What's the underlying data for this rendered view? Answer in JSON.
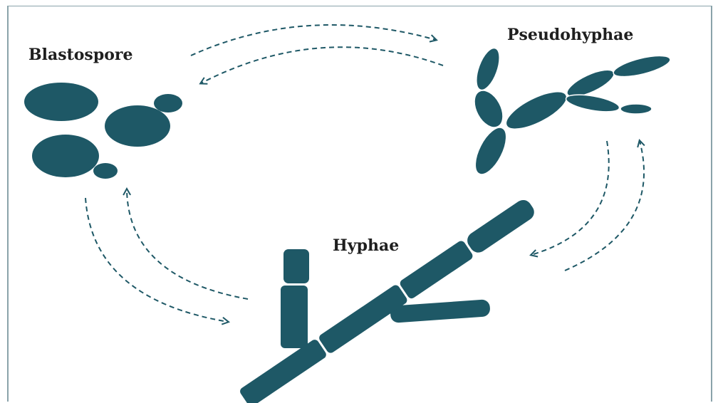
{
  "diagram": {
    "nodes": [
      {
        "id": "blastospore",
        "label": "Blastospore"
      },
      {
        "id": "pseudohyphae",
        "label": "Pseudohyphae"
      },
      {
        "id": "hyphae",
        "label": "Hyphae"
      }
    ],
    "edges": [
      {
        "from": "blastospore",
        "to": "pseudohyphae"
      },
      {
        "from": "pseudohyphae",
        "to": "blastospore"
      },
      {
        "from": "pseudohyphae",
        "to": "hyphae"
      },
      {
        "from": "hyphae",
        "to": "pseudohyphae"
      },
      {
        "from": "blastospore",
        "to": "hyphae"
      },
      {
        "from": "hyphae",
        "to": "blastospore"
      }
    ],
    "colors": {
      "cell": "#1e5866",
      "arrow": "#1e5866",
      "frame": "#8aa3aa"
    }
  }
}
